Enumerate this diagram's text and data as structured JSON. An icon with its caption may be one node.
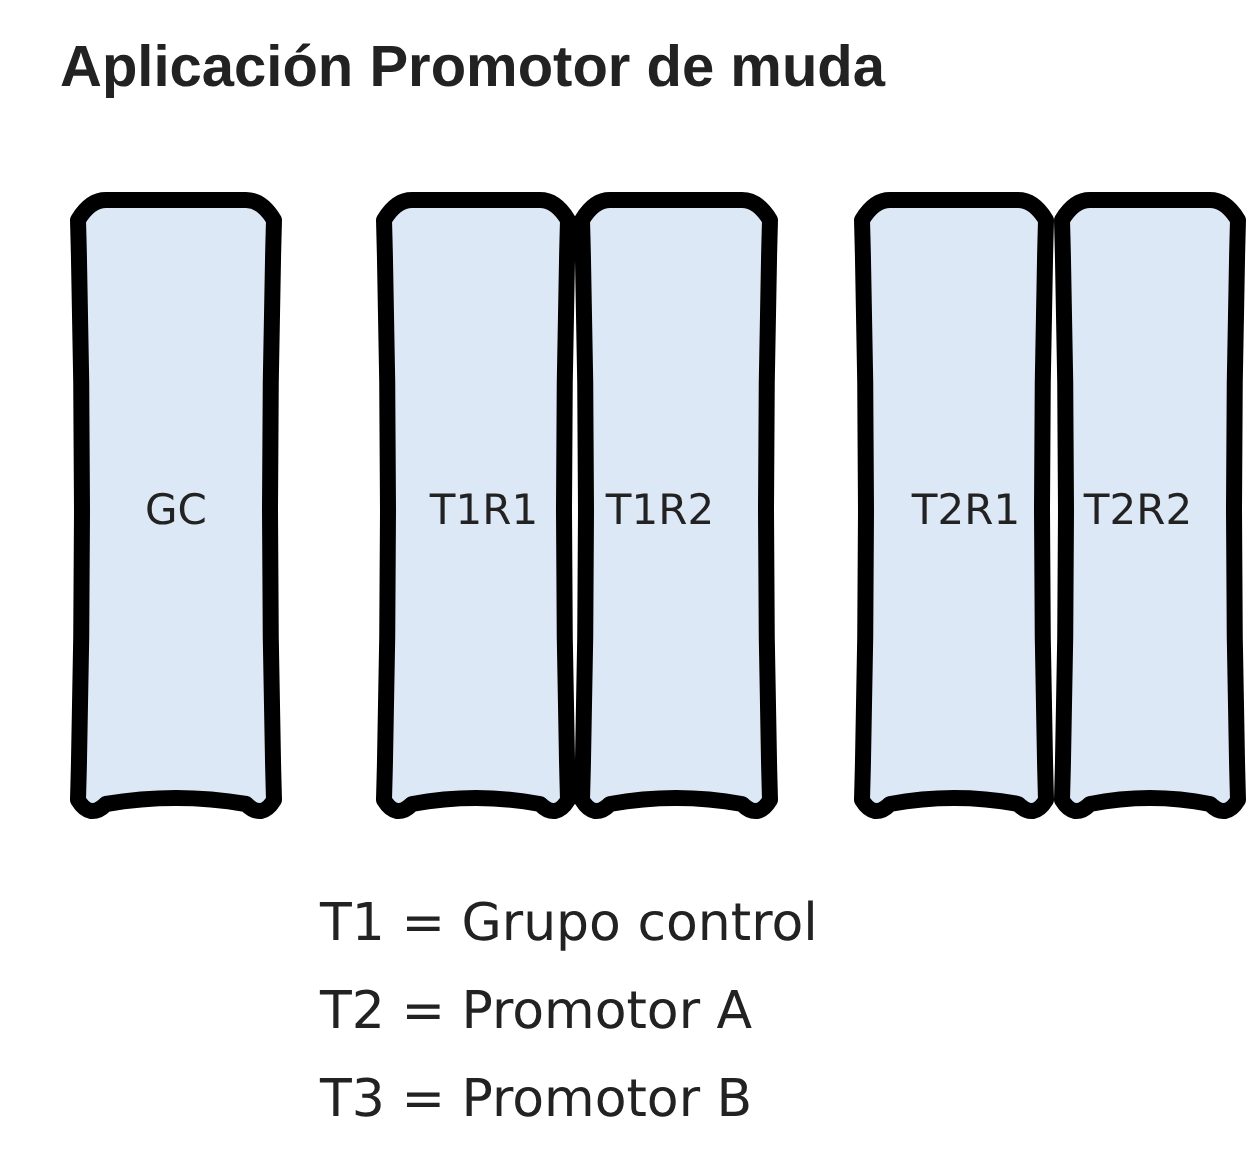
{
  "diagram": {
    "title": "Aplicación Promotor de muda",
    "nodes": [
      {
        "text": [
          "GC"
        ]
      },
      {
        "text": [
          "T1R1"
        ]
      },
      {
        "text": [
          "T1R2"
        ]
      },
      {
        "text": [
          "T2R1"
        ]
      },
      {
        "text": [
          "T2R2"
        ]
      }
    ],
    "labels": [
      "T1 = Grupo control",
      "T2 = Promotor A",
      "T3 = Promotor B"
    ]
  }
}
